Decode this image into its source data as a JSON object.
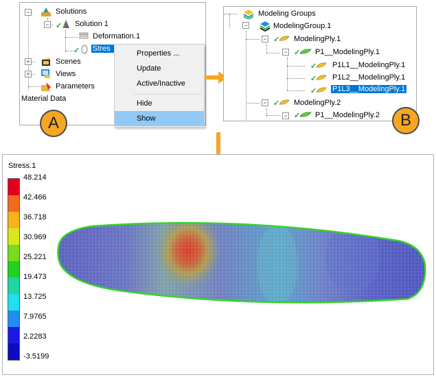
{
  "panel_a": {
    "tree": {
      "solutions": "Solutions",
      "solution1": "Solution 1",
      "deformation": "Deformation.1",
      "stress_partial": "Stres",
      "scenes": "Scenes",
      "views": "Views",
      "parameters": "Parameters",
      "material_data": "Material Data"
    },
    "context_menu": {
      "properties": "Properties ...",
      "update": "Update",
      "active_inactive": "Active/Inactive",
      "hide": "Hide",
      "show": "Show",
      "highlighted_item": "Show"
    },
    "badge": "A"
  },
  "panel_b": {
    "tree": {
      "modeling_groups": "Modeling Groups",
      "modeling_group1": "ModelingGroup.1",
      "modeling_ply1": "ModelingPly.1",
      "p1_ply1": "P1__ModelingPly.1",
      "p1l1": "P1L1__ModelingPly.1",
      "p1l2": "P1L2__ModelingPly.1",
      "p1l3": "P1L3__ModelingPly.1",
      "modeling_ply2": "ModelingPly.2",
      "p1_ply2": "P1__ModelingPly.2"
    },
    "selected_item": "P1L3__ModelingPly.1",
    "badge": "B"
  },
  "viewer": {
    "result_title": "Stress.1",
    "legend_values": [
      "48.214",
      "42.466",
      "36.718",
      "30.969",
      "25.221",
      "19.473",
      "13.725",
      "7.9765",
      "2.2283",
      "-3.5199"
    ],
    "legend_colors": [
      "#e3001b",
      "#f26a1c",
      "#f7b21c",
      "#d9e81a",
      "#78dc1c",
      "#1fd21f",
      "#1ed6a2",
      "#1fe0ee",
      "#1f8ef0",
      "#1a1ae6",
      "#0d0dbf"
    ]
  },
  "colors": {
    "arrow": "#f5a623",
    "selection": "#0078d7",
    "menu_highlight": "#91c9f7"
  }
}
